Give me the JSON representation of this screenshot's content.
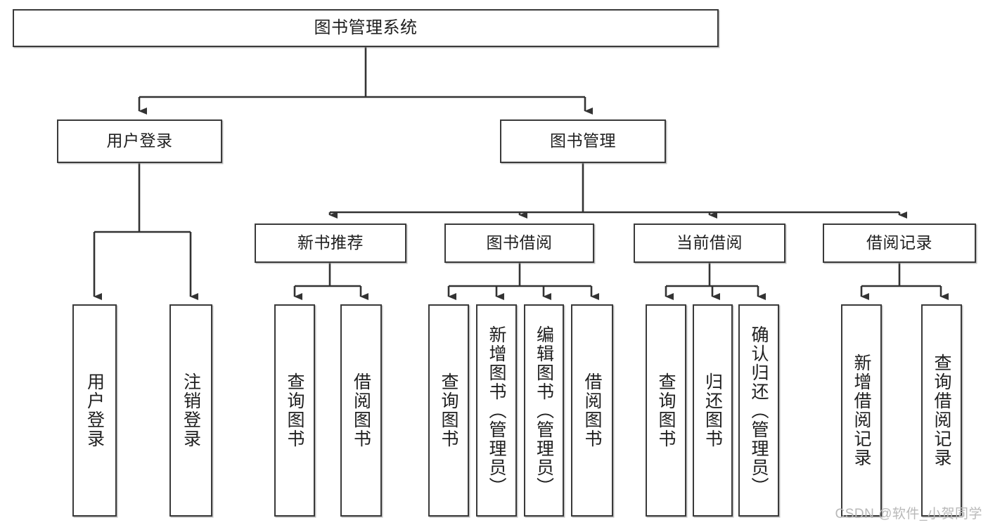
{
  "diagram": {
    "title": "图书管理系统",
    "type": "tree-hierarchy-diagram",
    "root": {
      "id": "root",
      "label": "图书管理系统"
    },
    "level2": [
      {
        "id": "user-login",
        "label": "用户登录"
      },
      {
        "id": "book-manage",
        "label": "图书管理"
      }
    ],
    "level3": [
      {
        "id": "new-book-recommend",
        "label": "新书推荐"
      },
      {
        "id": "book-borrow",
        "label": "图书借阅"
      },
      {
        "id": "current-borrow",
        "label": "当前借阅"
      },
      {
        "id": "borrow-record",
        "label": "借阅记录"
      }
    ],
    "leaves": [
      {
        "id": "leaf-user-login",
        "label": "用户登录",
        "parent": "user-login"
      },
      {
        "id": "leaf-logout-login",
        "label": "注销登录",
        "parent": "user-login"
      },
      {
        "id": "leaf-query-book-1",
        "label": "查询图书",
        "parent": "new-book-recommend"
      },
      {
        "id": "leaf-borrow-book-1",
        "label": "借阅图书",
        "parent": "new-book-recommend"
      },
      {
        "id": "leaf-query-book-2",
        "label": "查询图书",
        "parent": "book-borrow"
      },
      {
        "id": "leaf-add-book",
        "label": "新增图书（管理员）",
        "parent": "book-borrow"
      },
      {
        "id": "leaf-edit-book",
        "label": "编辑图书（管理员）",
        "parent": "book-borrow"
      },
      {
        "id": "leaf-borrow-book-2",
        "label": "借阅图书",
        "parent": "book-borrow"
      },
      {
        "id": "leaf-query-book-3",
        "label": "查询图书",
        "parent": "current-borrow"
      },
      {
        "id": "leaf-return-book",
        "label": "归还图书",
        "parent": "current-borrow"
      },
      {
        "id": "leaf-confirm-return",
        "label": "确认归还（管理员）",
        "parent": "current-borrow"
      },
      {
        "id": "leaf-add-record",
        "label": "新增借阅记录",
        "parent": "borrow-record"
      },
      {
        "id": "leaf-query-record",
        "label": "查询借阅记录",
        "parent": "borrow-record"
      }
    ]
  },
  "watermark": {
    "text": "CSDN @软件_小贺同学"
  },
  "colors": {
    "box_border": "#3a3a3a",
    "box_fill": "#ffffff",
    "edge": "#333333",
    "text": "#1f1f1f",
    "watermark": "#b9b9b9",
    "background": "#ffffff"
  }
}
